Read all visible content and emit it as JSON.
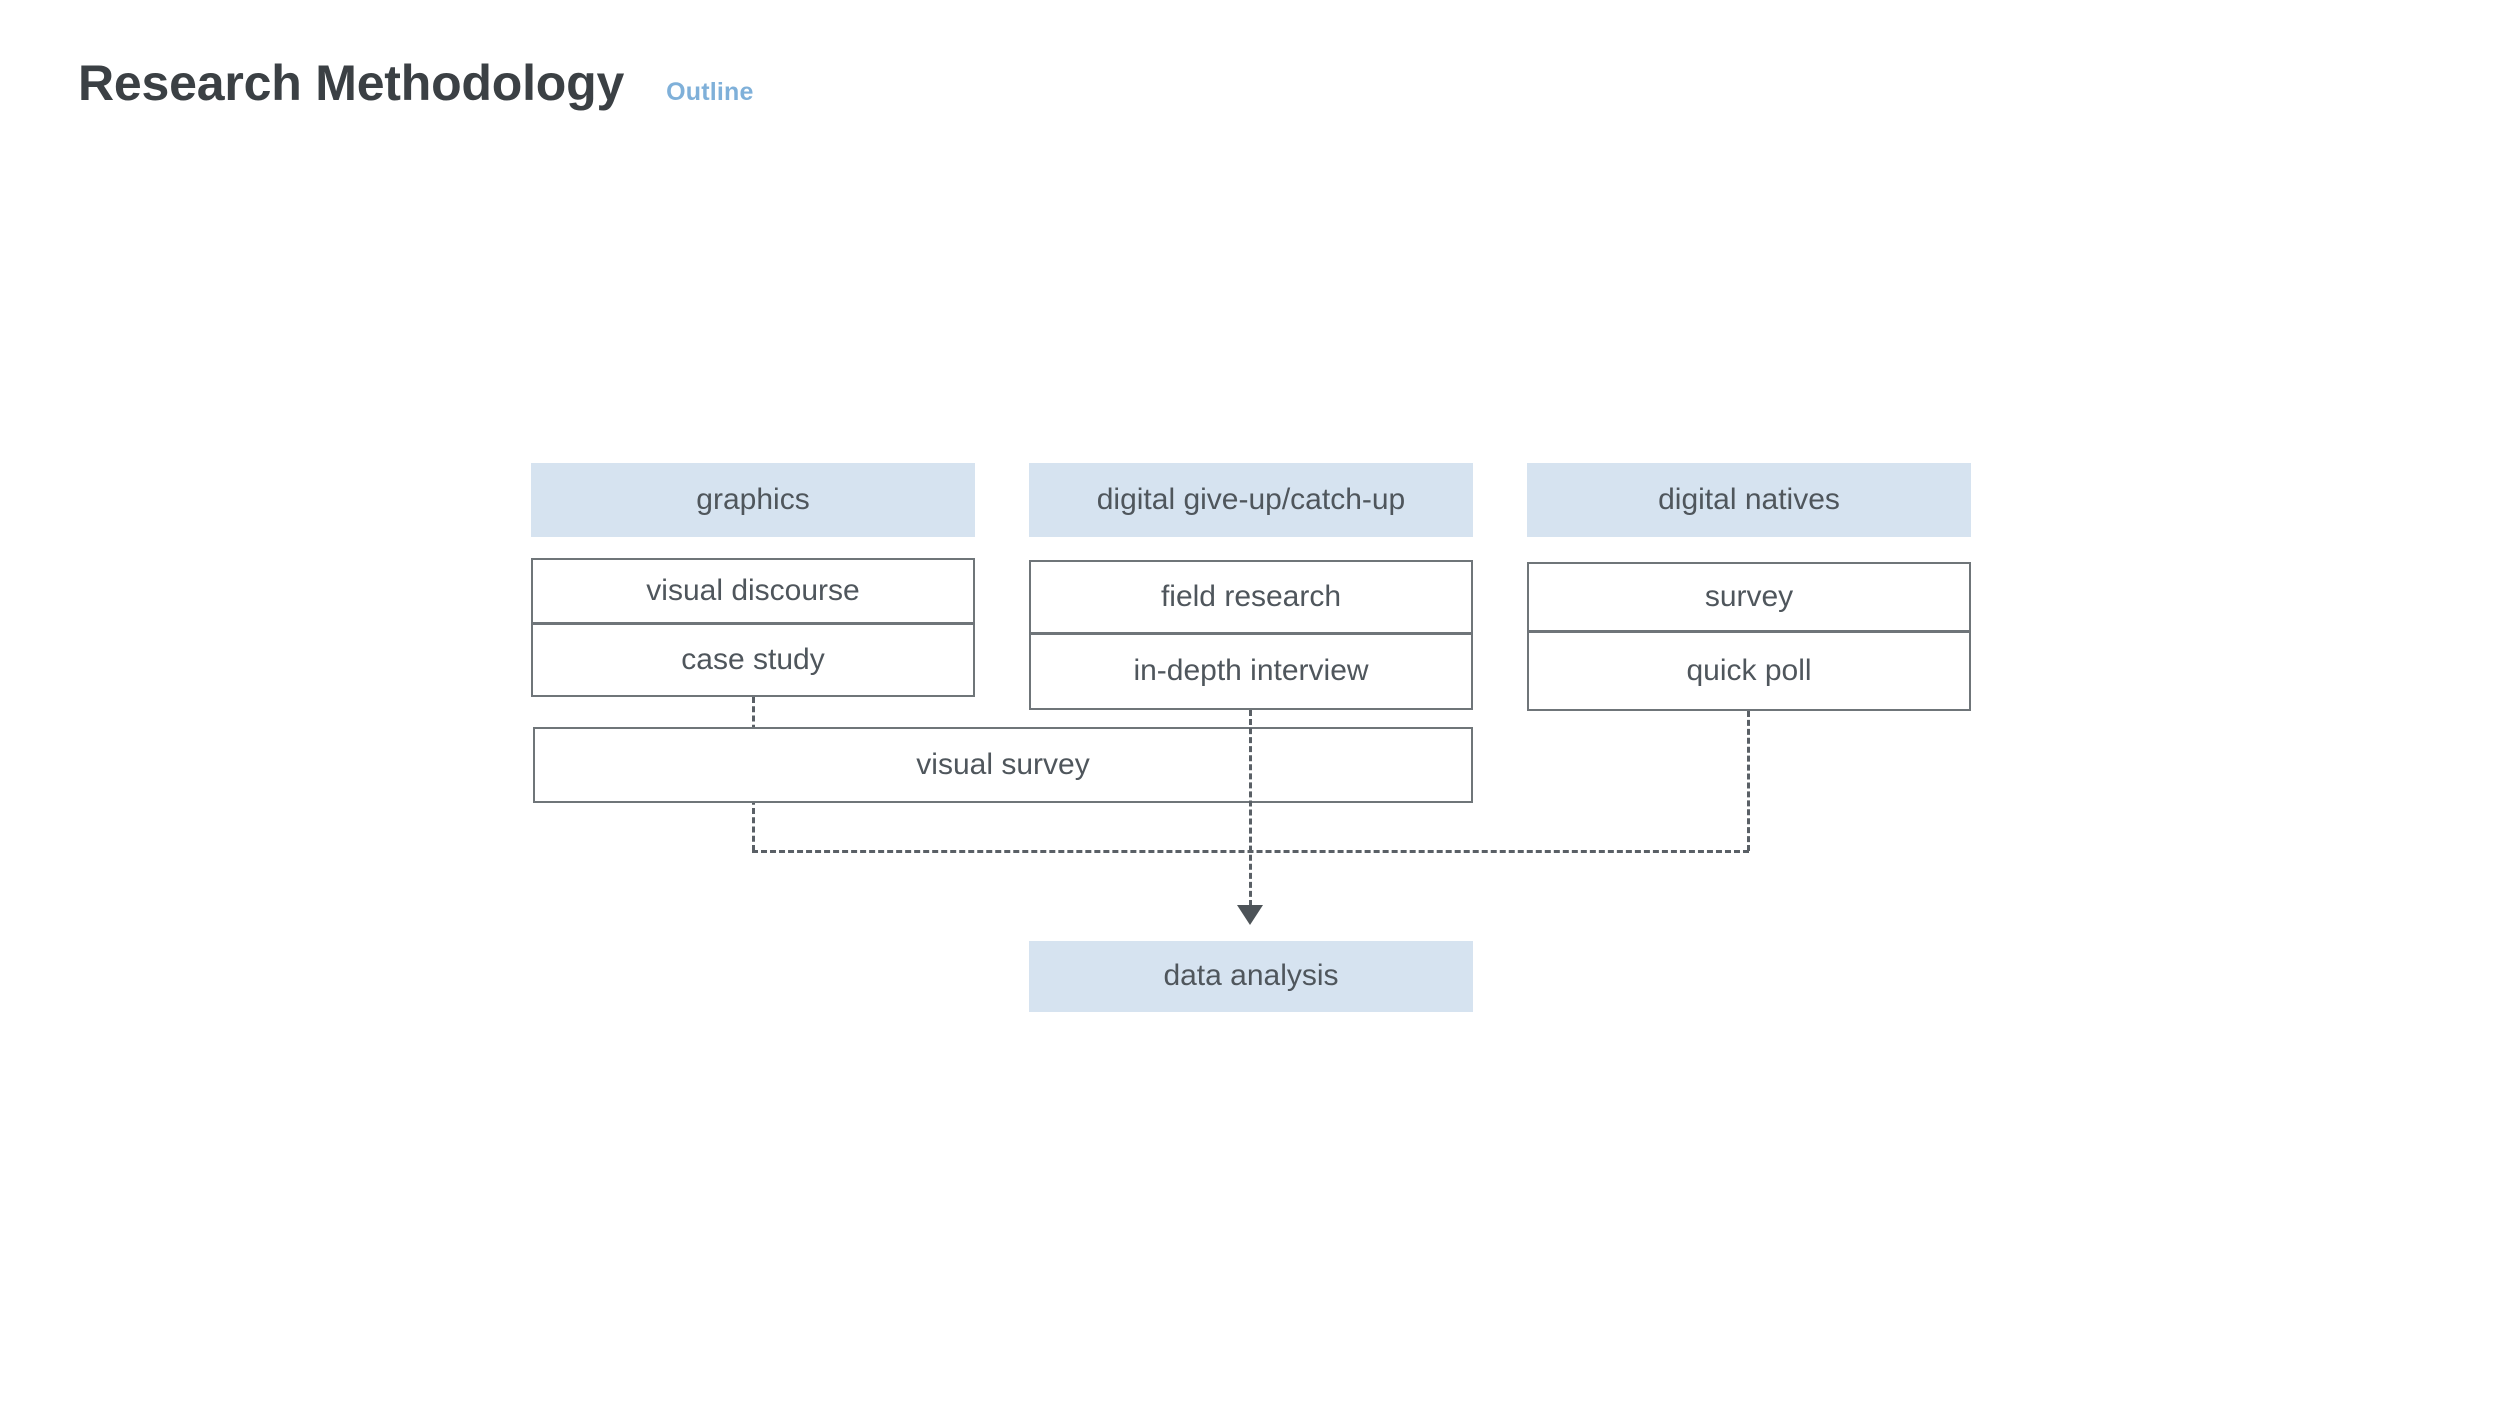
{
  "header": {
    "title": "Research Methodology",
    "kicker": "Outline"
  },
  "colors": {
    "fill_blue": "#d6e3f0",
    "box_border": "#6f7579",
    "text": "#4f565c",
    "title": "#3b4044",
    "kicker_blue": "#7fb0d9",
    "connector": "#5a6066",
    "background": "#ffffff"
  },
  "diagram": {
    "type": "flow-diagram",
    "columns": [
      {
        "header": "graphics",
        "items": [
          "visual discourse",
          "case study"
        ]
      },
      {
        "header": "digital give-up/catch-up",
        "items": [
          "field research",
          "in-depth interview"
        ]
      },
      {
        "header": "digital natives",
        "items": [
          "survey",
          "quick poll"
        ]
      }
    ],
    "spanning_node": "visual survey",
    "result_node": "data analysis"
  }
}
